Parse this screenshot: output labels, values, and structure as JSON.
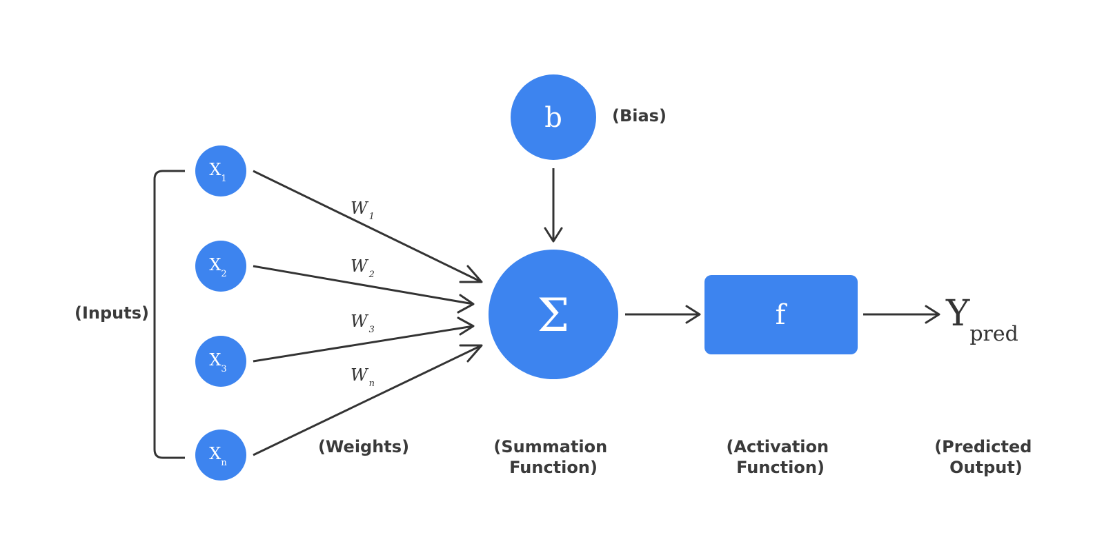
{
  "captions": {
    "inputs": "(Inputs)",
    "weights": "(Weights)",
    "bias": "(Bias)",
    "summation": [
      "(Summation",
      "Function)"
    ],
    "activation": [
      "(Activation",
      "Function)"
    ],
    "output": [
      "(Predicted",
      "Output)"
    ]
  },
  "inputs": [
    {
      "symbol": "X",
      "sub": "1"
    },
    {
      "symbol": "X",
      "sub": "2"
    },
    {
      "symbol": "X",
      "sub": "3"
    },
    {
      "symbol": "X",
      "sub": "n"
    }
  ],
  "weights": [
    {
      "symbol": "W",
      "sub": "1"
    },
    {
      "symbol": "W",
      "sub": "2"
    },
    {
      "symbol": "W",
      "sub": "3"
    },
    {
      "symbol": "W",
      "sub": "n"
    }
  ],
  "bias_symbol": "b",
  "summation_symbol": "Σ",
  "activation_symbol": "f",
  "output": {
    "symbol": "Y",
    "sub": "pred"
  },
  "colors": {
    "node": "#3d84ef",
    "line": "#333333",
    "text": "#3a3a3a"
  }
}
